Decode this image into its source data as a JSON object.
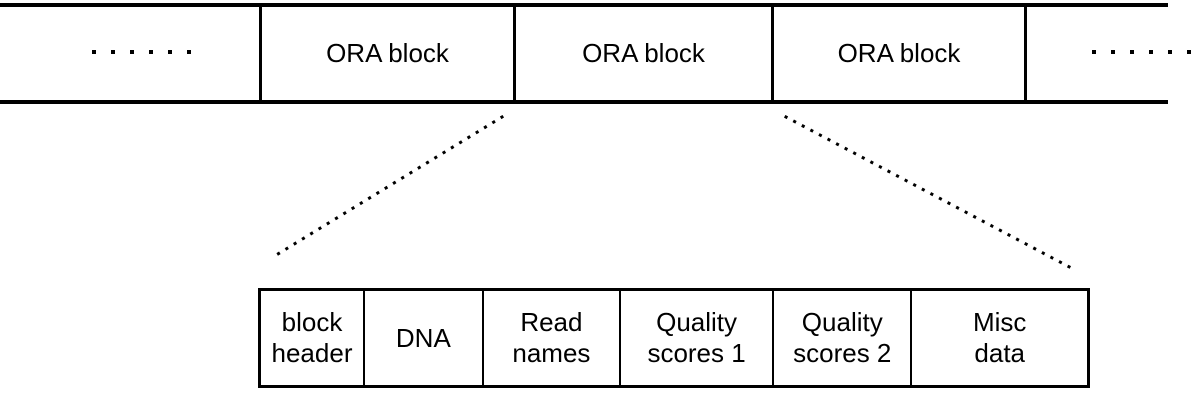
{
  "colors": {
    "ink": "#000000",
    "background": "#ffffff"
  },
  "top_band": {
    "left_ellipsis_dot_count": 6,
    "right_ellipsis_dot_count": 6,
    "blocks": [
      {
        "label": "ORA block"
      },
      {
        "label": "ORA block"
      },
      {
        "label": "ORA block"
      }
    ]
  },
  "expanded_block": {
    "cells": [
      {
        "name": "block-header",
        "lines": [
          "block",
          "header"
        ]
      },
      {
        "name": "dna",
        "lines": [
          "DNA"
        ]
      },
      {
        "name": "read-names",
        "lines": [
          "Read",
          "names"
        ]
      },
      {
        "name": "quality-scores-1",
        "lines": [
          "Quality",
          "scores 1"
        ]
      },
      {
        "name": "quality-scores-2",
        "lines": [
          "Quality",
          "scores 2"
        ]
      },
      {
        "name": "misc-data",
        "lines": [
          "Misc",
          "data"
        ]
      }
    ]
  }
}
